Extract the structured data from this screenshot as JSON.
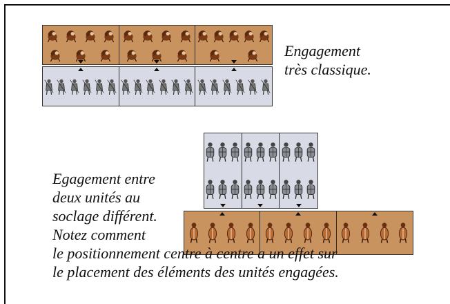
{
  "captions": {
    "top": [
      "Engagement",
      "très classique."
    ],
    "bottom": [
      "Egagement entre",
      "deux unités au",
      "soclage différent.",
      "Notez comment",
      "le positionnement centre à centre a un effet sur",
      "le placement des éléments des unités engagées."
    ]
  },
  "diagram1": {
    "top_units": {
      "color": "#c9935f",
      "bases": 3,
      "figures_per_base": 7
    },
    "bottom_units": {
      "color": "#d8dbe6",
      "bases": 3,
      "figures_per_base": 6
    }
  },
  "diagram2": {
    "top_units": {
      "color": "#d8dbe6",
      "bases": 3,
      "figures_per_base": 6
    },
    "bottom_units": {
      "color": "#c9935f",
      "bases": 3,
      "figures_per_base": 4
    }
  }
}
